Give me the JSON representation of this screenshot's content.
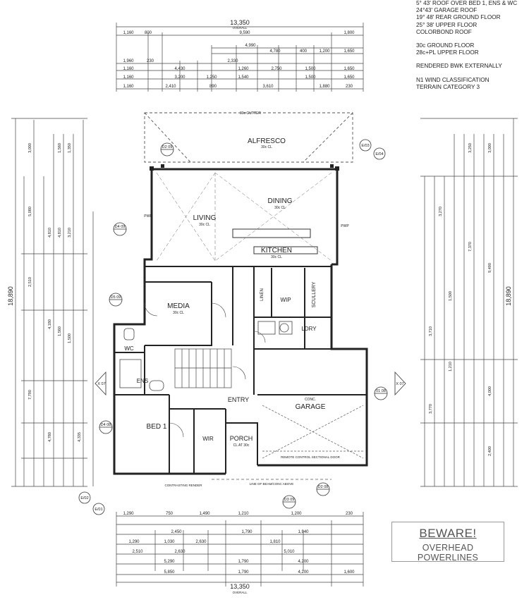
{
  "notes": {
    "roof_lines": [
      "5° 43' ROOF OVER BED 1, ENS & WC",
      "24°43' GARAGE ROOF",
      "19° 48' REAR GROUND FLOOR",
      "25° 38' UPPER FLOOR",
      "COLORBOND ROOF"
    ],
    "ceiling_lines": [
      "30c GROUND FLOOR",
      "28c+PL UPPER FLOOR"
    ],
    "external": "RENDERED BWK EXTERNALLY",
    "wind_lines": [
      "N1 WIND CLASSIFICATION",
      "TERRAIN CATEGORY 3"
    ]
  },
  "beware": {
    "title": "BEWARE!",
    "subtitle": "OVERHEAD POWERLINES"
  },
  "dims": {
    "overall_top": "13,350",
    "overall_bottom": "13,350",
    "overall_caption": "OVERALL",
    "overall_left": "18,890",
    "overall_right": "18,890",
    "top_row": [
      "1,160",
      "800",
      "9,590",
      "1,800"
    ],
    "bottom_row": [
      "5,850",
      "1,790",
      "4,200",
      "1,600"
    ],
    "right_col": [
      "3,000",
      "9,490",
      "4,000",
      "2,400"
    ]
  },
  "rooms": {
    "alfresco": "ALFRESCO",
    "alfresco_sub": "30c CL",
    "living": "LIVING",
    "living_sub": "30c CL",
    "dining": "DINING",
    "dining_sub": "30c CL",
    "kitchen": "KITCHEN",
    "kitchen_sub": "30c CL",
    "media": "MEDIA",
    "media_sub": "30c CL",
    "wip": "WIP",
    "scullery": "SCULLERY",
    "linen": "LINEN",
    "ldry": "LDRY",
    "wc": "WC",
    "ens": "ENS",
    "bed1": "BED 1",
    "wir": "WIR",
    "entry": "ENTRY",
    "porch": "PORCH",
    "porch_sub": "CL AT 30c",
    "garage": "GARAGE",
    "garage_sub": "CONC."
  },
  "labels": {
    "section_marks": [
      "D2 09",
      "D4 09",
      "D5 09",
      "D4 08",
      "D2 08",
      "D3 09",
      "E/03",
      "E/04",
      "E/02",
      "E/01",
      "01 08",
      "X 07"
    ],
    "pwp": "PWP",
    "remote_door": "REMOTE CONTROL SECTIONAL DOOR",
    "line_of_beam": "LINE OF BEAM/CONC ABOVE",
    "gutter": "30c GUTTER",
    "brick_fence": "CONTRASTING RENDER"
  }
}
